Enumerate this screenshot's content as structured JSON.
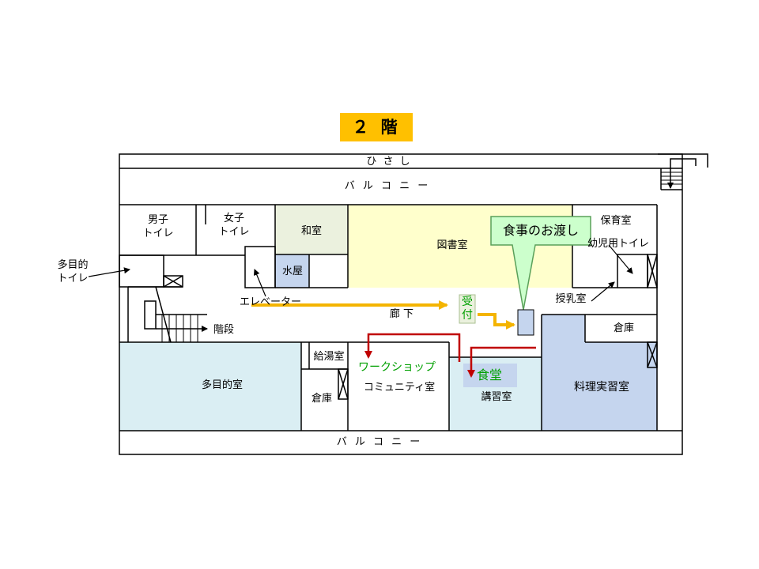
{
  "floor_title": "２ 階",
  "colors": {
    "title_bg": "#ffc000",
    "library": "#ffffcc",
    "washitsu": "#ebf1de",
    "mizuya": "#c5d5ee",
    "light_blue_room": "#daeef3",
    "cooking_room": "#c5d5ee",
    "callout": "#ccffcc",
    "orange_arrow": "#f4b400",
    "red_arrow": "#c00000",
    "green_text": "#00a000"
  },
  "labels": {
    "hisashi": "ひ さ し",
    "balcony_top": "バ ル コ ニ ー",
    "balcony_bottom": "バ ル コ ニ ー",
    "mens_toilet": "男子\nトイレ",
    "womens_toilet": "女子\nトイレ",
    "washitsu": "和室",
    "mizuya": "水屋",
    "library": "図書室",
    "nursery": "保育室",
    "kids_toilet": "幼児用トイレ",
    "multi_toilet": "多目的\nトイレ",
    "elevator": "エレベーター",
    "stairs": "階段",
    "corridor": "廊 下",
    "reception": "受\n付",
    "nursing_room": "授乳室",
    "storage_right": "倉庫",
    "kitchenette": "給湯室",
    "storage_left": "倉庫",
    "multi_room": "多目的室",
    "workshop": "ワークショップ",
    "community": "コミュニティ室",
    "dining": "食堂",
    "lecture": "講習室",
    "cooking": "料理実習室",
    "meal_handover": "食事のお渡し"
  }
}
